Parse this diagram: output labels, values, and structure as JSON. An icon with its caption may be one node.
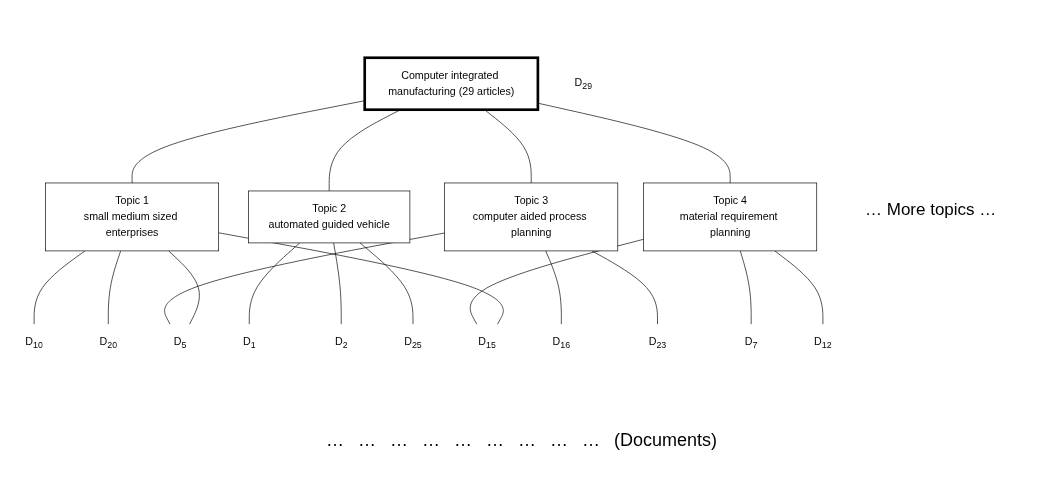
{
  "diagram": {
    "nodes": [
      {
        "text": [
          "Computer integrated manufacturing (29 articles)"
        ]
      },
      {
        "text": [
          "Topic 1",
          "small medium sized enterprises"
        ]
      },
      {
        "text": [
          "Topic 2",
          "automated guided vehicle"
        ]
      },
      {
        "text": [
          "Topic 3",
          "computer aided process planning"
        ]
      },
      {
        "text": [
          "Topic 4",
          "material requirement planning"
        ]
      },
      {
        "text": [
          "D$_{1}$"
        ]
      },
      {
        "text": [
          "D$_{2}$"
        ]
      },
      {
        "text": [
          "D$_{5}$"
        ]
      },
      {
        "text": [
          "D$_{7}$"
        ]
      },
      {
        "text": [
          "D$_{10}$"
        ]
      },
      {
        "text": [
          "D$_{12}$"
        ]
      },
      {
        "text": [
          "D$_{15}$"
        ]
      },
      {
        "text": [
          "D$_{16}$"
        ]
      },
      {
        "text": [
          "D$_{20}$"
        ]
      },
      {
        "text": [
          "D$_{23}$"
        ]
      },
      {
        "text": [
          "D$_{25}$"
        ]
      },
      {
        "text": [
          "D$_{29}$"
        ]
      }
    ],
    "edges": [
      {
        "from": 0,
        "to": 1,
        "arrow": "none"
      },
      {
        "from": 0,
        "to": 2,
        "arrow": "none"
      },
      {
        "from": 0,
        "to": 3,
        "arrow": "none"
      },
      {
        "from": 0,
        "to": 4,
        "arrow": "none"
      },
      {
        "from": 1,
        "to": 7,
        "arrow": "none"
      },
      {
        "from": 1,
        "to": 9,
        "arrow": "none"
      },
      {
        "from": 1,
        "to": 11,
        "arrow": "none"
      },
      {
        "from": 1,
        "to": 13,
        "arrow": "none"
      },
      {
        "from": 2,
        "to": 5,
        "arrow": "none"
      },
      {
        "from": 2,
        "to": 6,
        "arrow": "none"
      },
      {
        "from": 2,
        "to": 15,
        "arrow": "none"
      },
      {
        "from": 3,
        "to": 7,
        "arrow": "none"
      },
      {
        "from": 3,
        "to": 12,
        "arrow": "none"
      },
      {
        "from": 3,
        "to": 14,
        "arrow": "none"
      },
      {
        "from": 4,
        "to": 8,
        "arrow": "none"
      },
      {
        "from": 4,
        "to": 10,
        "arrow": "none"
      },
      {
        "from": 4,
        "to": 11,
        "arrow": "none"
      }
    ],
    "labels": [
      "… More topics …",
      "…",
      "…",
      "…",
      "…",
      "…",
      "…",
      "…",
      "…",
      "…",
      "(Documents)"
    ]
  }
}
